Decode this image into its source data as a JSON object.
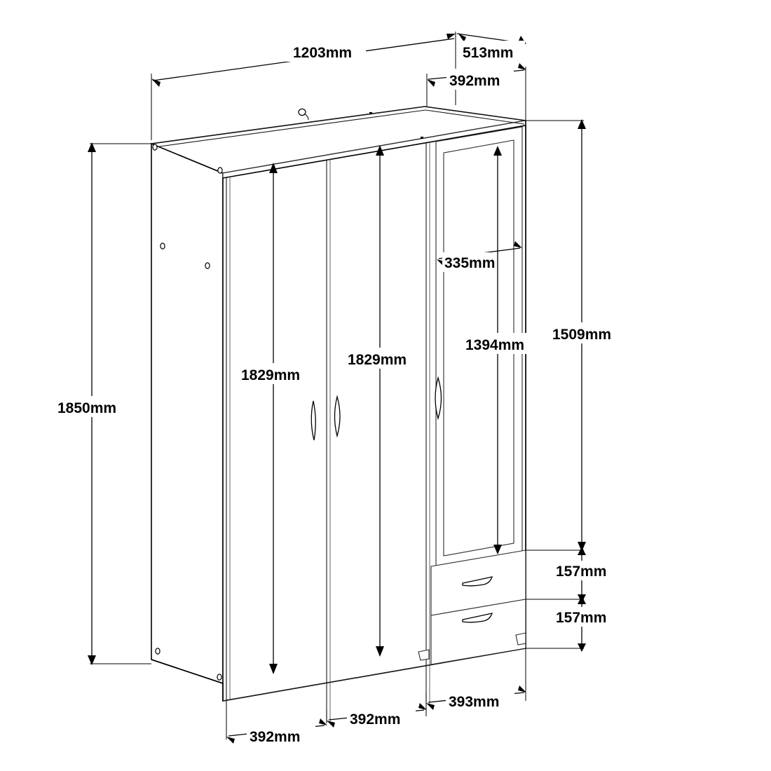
{
  "drawing": {
    "title": "3-Door Wardrobe with Mirror and Two Drawers — Dimensioned Isometric View",
    "units": "mm",
    "projection": "isometric",
    "background_color": "#ffffff",
    "line_color": "#000000"
  },
  "dimensions": {
    "overall_width": "1203mm",
    "overall_depth": "513mm",
    "top_depth_inner": "392mm",
    "overall_height": "1850mm",
    "right_side_height": "1509mm",
    "door_left_height": "1829mm",
    "door_middle_height": "1829mm",
    "mirror_width": "335mm",
    "mirror_height": "1394mm",
    "drawer_top_height": "157mm",
    "drawer_bottom_height": "157mm",
    "door_left_width": "392mm",
    "door_middle_width": "392mm",
    "door_right_width": "393mm"
  },
  "labels": {
    "width_1203": "1203mm",
    "depth_513": "513mm",
    "depth_392": "392mm",
    "height_1850": "1850mm",
    "height_1509": "1509mm",
    "door_h_left": "1829mm",
    "door_h_mid": "1829mm",
    "mirror_w": "335mm",
    "mirror_h": "1394mm",
    "drawer_h_1": "157mm",
    "drawer_h_2": "157mm",
    "door_w_left": "392mm",
    "door_w_mid": "392mm",
    "door_w_right": "393mm"
  },
  "parts": {
    "cabinet": "wardrobe-body",
    "side_panel_left": "left-side-panel",
    "top_panel": "top-panel",
    "door_left": "door-left",
    "door_middle": "door-middle",
    "door_right": "door-right-with-mirror",
    "mirror_panel": "mirror-panel",
    "drawer_upper": "drawer-upper",
    "drawer_lower": "drawer-lower",
    "handles": [
      "handle-door-left",
      "handle-door-middle-a",
      "handle-door-middle-b",
      "handle-door-right",
      "handle-drawer-upper",
      "handle-drawer-lower"
    ],
    "feet": [
      "foot-front-left",
      "foot-front-mid",
      "foot-front-right"
    ]
  }
}
